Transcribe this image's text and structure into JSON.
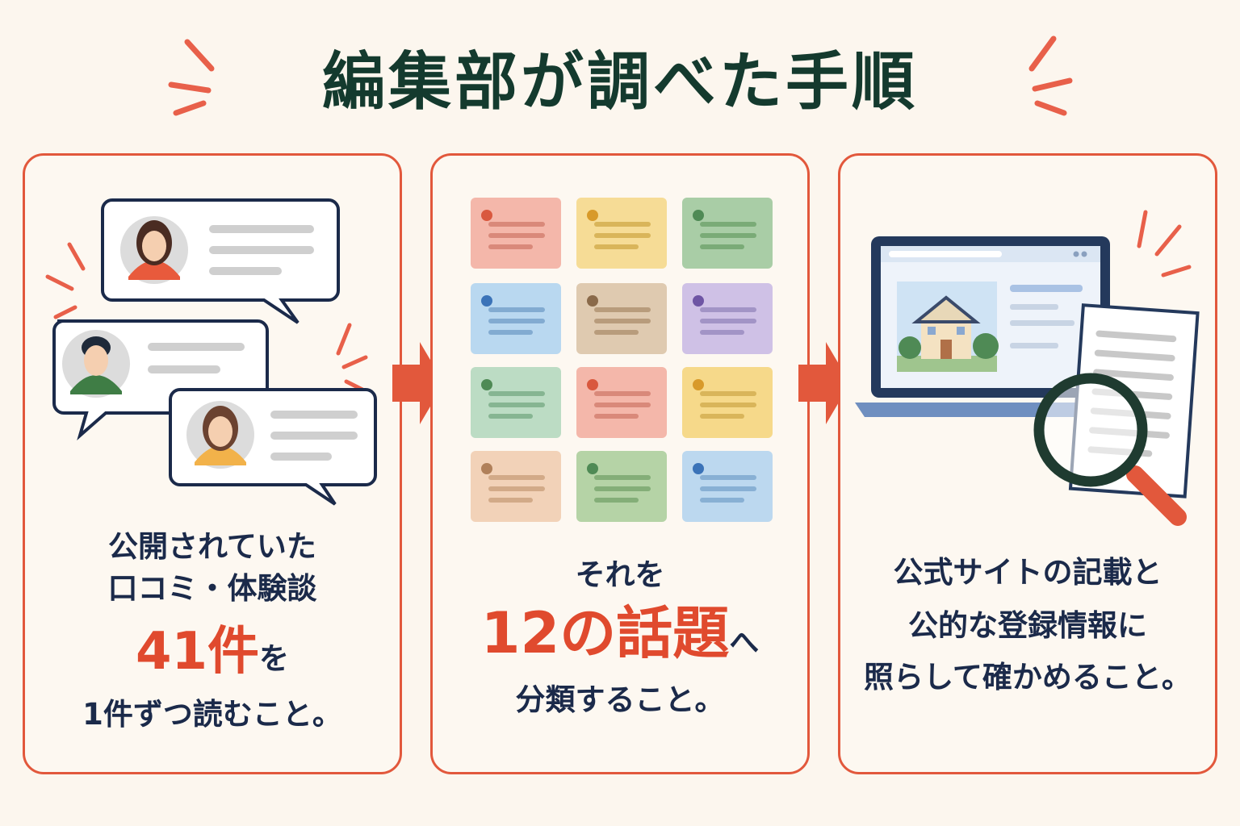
{
  "title": "編集部が調べた手順",
  "colors": {
    "accent": "#e2583c",
    "navy": "#1b2a4a",
    "title": "#143a2e",
    "background": "#fcf6ee"
  },
  "steps": [
    {
      "line1": "公開されていた",
      "line2": "口コミ・体験談",
      "count_number": "41件",
      "count_suffix": "を",
      "line4": "1件ずつ読むこと。",
      "illustration": "review-speech-bubbles"
    },
    {
      "line1": "それを",
      "topic_number": "12の話題",
      "topic_suffix": "へ",
      "line3": "分類すること。",
      "illustration": "topic-card-grid"
    },
    {
      "line1": "公式サイトの記載と",
      "line2": "公的な登録情報に",
      "line3": "照らして確かめること。",
      "illustration": "laptop-document-magnifier"
    }
  ]
}
